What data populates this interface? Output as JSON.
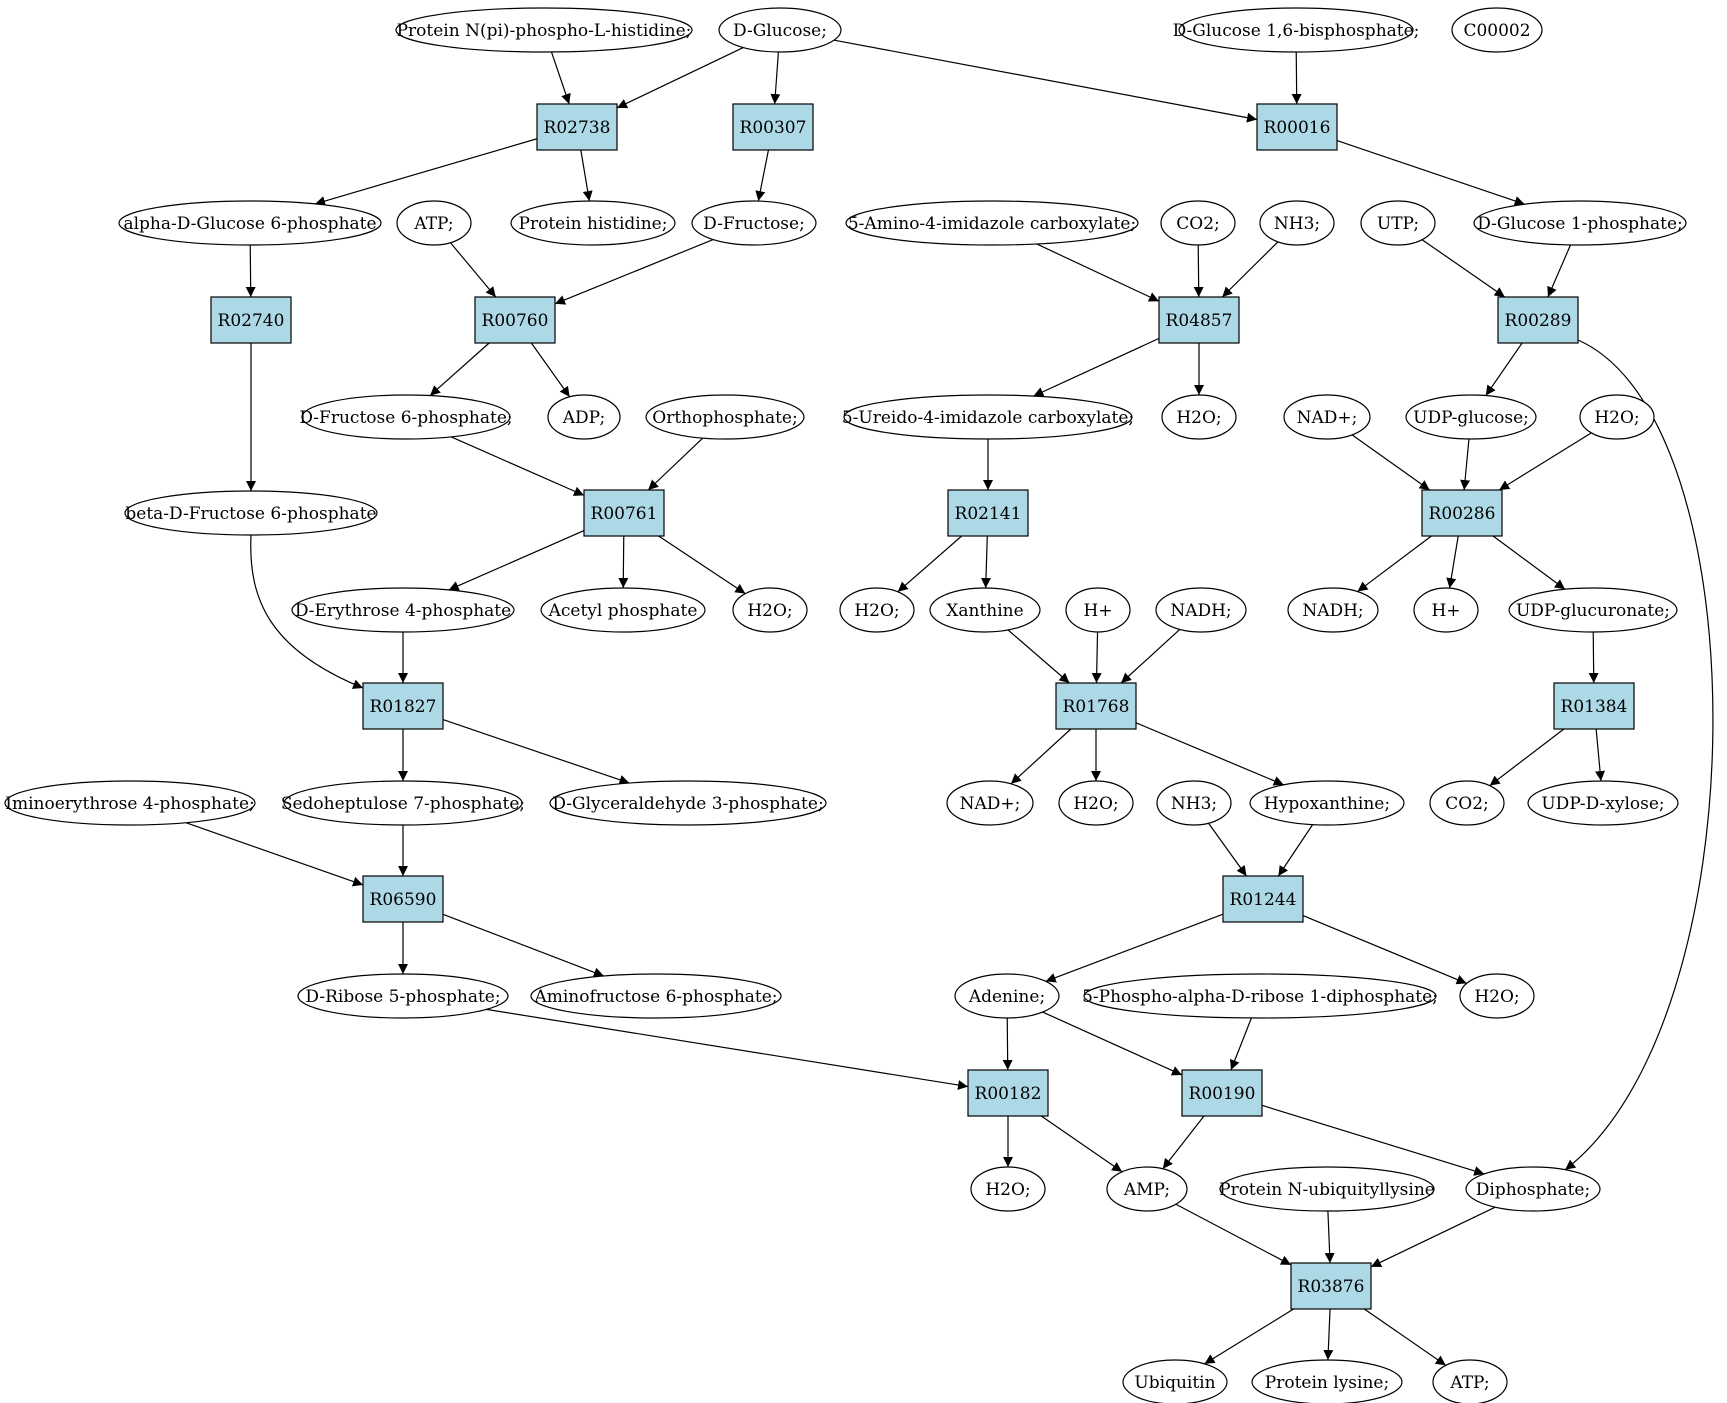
{
  "colors": {
    "reaction_fill": "#add8e6",
    "compound_fill": "#ffffff",
    "source_fill": "#00ee00",
    "target_fill": "#ffff00",
    "stroke": "#000000"
  },
  "nodes": [
    {
      "id": "protein_nphospho",
      "label": "Protein N(pi)-phospho-L-histidine;",
      "kind": "compound"
    },
    {
      "id": "d_glucose",
      "label": "D-Glucose;",
      "kind": "source"
    },
    {
      "id": "d_glucose_16bp",
      "label": "D-Glucose 1,6-bisphosphate;",
      "kind": "compound"
    },
    {
      "id": "c00002",
      "label": "C00002",
      "kind": "target"
    },
    {
      "id": "R02738",
      "label": "R02738",
      "kind": "reaction"
    },
    {
      "id": "R00307",
      "label": "R00307",
      "kind": "reaction"
    },
    {
      "id": "R00016",
      "label": "R00016",
      "kind": "reaction"
    },
    {
      "id": "alpha_g6p",
      "label": "alpha-D-Glucose 6-phosphate",
      "kind": "compound"
    },
    {
      "id": "protein_histidine",
      "label": "Protein histidine;",
      "kind": "compound"
    },
    {
      "id": "atp1",
      "label": "ATP;",
      "kind": "compound"
    },
    {
      "id": "d_fructose",
      "label": "D-Fructose;",
      "kind": "compound"
    },
    {
      "id": "aica",
      "label": "5-Amino-4-imidazole carboxylate;",
      "kind": "compound"
    },
    {
      "id": "co2a",
      "label": "CO2;",
      "kind": "compound"
    },
    {
      "id": "nh3a",
      "label": "NH3;",
      "kind": "compound"
    },
    {
      "id": "utp",
      "label": "UTP;",
      "kind": "compound"
    },
    {
      "id": "g1p",
      "label": "D-Glucose 1-phosphate;",
      "kind": "compound"
    },
    {
      "id": "R02740",
      "label": "R02740",
      "kind": "reaction"
    },
    {
      "id": "R00760",
      "label": "R00760",
      "kind": "reaction"
    },
    {
      "id": "R04857",
      "label": "R04857",
      "kind": "reaction"
    },
    {
      "id": "R00289",
      "label": "R00289",
      "kind": "reaction"
    },
    {
      "id": "f6p",
      "label": "D-Fructose 6-phosphate;",
      "kind": "compound"
    },
    {
      "id": "adp",
      "label": "ADP;",
      "kind": "compound"
    },
    {
      "id": "orthophosphate",
      "label": "Orthophosphate;",
      "kind": "compound"
    },
    {
      "id": "ureido",
      "label": "5-Ureido-4-imidazole carboxylate;",
      "kind": "compound"
    },
    {
      "id": "h2o_a",
      "label": "H2O;",
      "kind": "compound"
    },
    {
      "id": "nad_a",
      "label": "NAD+;",
      "kind": "compound"
    },
    {
      "id": "udp_glucose",
      "label": "UDP-glucose;",
      "kind": "compound"
    },
    {
      "id": "h2o_b",
      "label": "H2O;",
      "kind": "compound"
    },
    {
      "id": "beta_f6p",
      "label": "beta-D-Fructose 6-phosphate",
      "kind": "compound"
    },
    {
      "id": "R00761",
      "label": "R00761",
      "kind": "reaction"
    },
    {
      "id": "R02141",
      "label": "R02141",
      "kind": "reaction"
    },
    {
      "id": "R00286",
      "label": "R00286",
      "kind": "reaction"
    },
    {
      "id": "e4p",
      "label": "D-Erythrose 4-phosphate",
      "kind": "compound"
    },
    {
      "id": "acetyl_p",
      "label": "Acetyl phosphate",
      "kind": "compound"
    },
    {
      "id": "h2o_c",
      "label": "H2O;",
      "kind": "compound"
    },
    {
      "id": "h2o_d",
      "label": "H2O;",
      "kind": "compound"
    },
    {
      "id": "xanthine",
      "label": "Xanthine",
      "kind": "compound"
    },
    {
      "id": "hplus_a",
      "label": "H+",
      "kind": "compound"
    },
    {
      "id": "nadh_a",
      "label": "NADH;",
      "kind": "compound"
    },
    {
      "id": "nadh_b",
      "label": "NADH;",
      "kind": "compound"
    },
    {
      "id": "hplus_b",
      "label": "H+",
      "kind": "compound"
    },
    {
      "id": "udp_glucuronate",
      "label": "UDP-glucuronate;",
      "kind": "compound"
    },
    {
      "id": "R01827",
      "label": "R01827",
      "kind": "reaction"
    },
    {
      "id": "R01768",
      "label": "R01768",
      "kind": "reaction"
    },
    {
      "id": "R01384",
      "label": "R01384",
      "kind": "reaction"
    },
    {
      "id": "iminoerythrose",
      "label": "Iminoerythrose 4-phosphate;",
      "kind": "compound"
    },
    {
      "id": "sedoheptulose",
      "label": "Sedoheptulose 7-phosphate;",
      "kind": "compound"
    },
    {
      "id": "g3p",
      "label": "D-Glyceraldehyde 3-phosphate;",
      "kind": "compound"
    },
    {
      "id": "nad_b",
      "label": "NAD+;",
      "kind": "compound"
    },
    {
      "id": "h2o_e",
      "label": "H2O;",
      "kind": "compound"
    },
    {
      "id": "nh3b",
      "label": "NH3;",
      "kind": "compound"
    },
    {
      "id": "hypoxanthine",
      "label": "Hypoxanthine;",
      "kind": "compound"
    },
    {
      "id": "co2b",
      "label": "CO2;",
      "kind": "compound"
    },
    {
      "id": "udp_xylose",
      "label": "UDP-D-xylose;",
      "kind": "compound"
    },
    {
      "id": "R06590",
      "label": "R06590",
      "kind": "reaction"
    },
    {
      "id": "R01244",
      "label": "R01244",
      "kind": "reaction"
    },
    {
      "id": "r5p",
      "label": "D-Ribose 5-phosphate;",
      "kind": "compound"
    },
    {
      "id": "aminofructose",
      "label": "Aminofructose 6-phosphate;",
      "kind": "compound"
    },
    {
      "id": "adenine",
      "label": "Adenine;",
      "kind": "compound"
    },
    {
      "id": "prpp",
      "label": "5-Phospho-alpha-D-ribose 1-diphosphate;",
      "kind": "compound"
    },
    {
      "id": "h2o_f",
      "label": "H2O;",
      "kind": "compound"
    },
    {
      "id": "R00182",
      "label": "R00182",
      "kind": "reaction"
    },
    {
      "id": "R00190",
      "label": "R00190",
      "kind": "reaction"
    },
    {
      "id": "h2o_g",
      "label": "H2O;",
      "kind": "compound"
    },
    {
      "id": "amp",
      "label": "AMP;",
      "kind": "compound"
    },
    {
      "id": "ubiq_lys",
      "label": "Protein N-ubiquityllysine",
      "kind": "compound"
    },
    {
      "id": "diphosphate",
      "label": "Diphosphate;",
      "kind": "compound"
    },
    {
      "id": "R03876",
      "label": "R03876",
      "kind": "reaction"
    },
    {
      "id": "ubiquitin",
      "label": "Ubiquitin",
      "kind": "compound"
    },
    {
      "id": "protein_lysine",
      "label": "Protein lysine;",
      "kind": "compound"
    },
    {
      "id": "atp2",
      "label": "ATP;",
      "kind": "compound"
    }
  ],
  "edges": [
    [
      "protein_nphospho",
      "R02738"
    ],
    [
      "d_glucose",
      "R02738"
    ],
    [
      "d_glucose",
      "R00307"
    ],
    [
      "d_glucose",
      "R00016"
    ],
    [
      "d_glucose_16bp",
      "R00016"
    ],
    [
      "R02738",
      "alpha_g6p"
    ],
    [
      "R02738",
      "protein_histidine"
    ],
    [
      "R00307",
      "d_fructose"
    ],
    [
      "R00016",
      "g1p"
    ],
    [
      "alpha_g6p",
      "R02740"
    ],
    [
      "atp1",
      "R00760"
    ],
    [
      "d_fructose",
      "R00760"
    ],
    [
      "aica",
      "R04857"
    ],
    [
      "co2a",
      "R04857"
    ],
    [
      "nh3a",
      "R04857"
    ],
    [
      "utp",
      "R00289"
    ],
    [
      "g1p",
      "R00289"
    ],
    [
      "R02740",
      "beta_f6p"
    ],
    [
      "R00760",
      "f6p"
    ],
    [
      "R00760",
      "adp"
    ],
    [
      "R04857",
      "ureido"
    ],
    [
      "R04857",
      "h2o_a"
    ],
    [
      "R00289",
      "udp_glucose"
    ],
    [
      "R00289",
      "diphosphate"
    ],
    [
      "f6p",
      "R00761"
    ],
    [
      "orthophosphate",
      "R00761"
    ],
    [
      "ureido",
      "R02141"
    ],
    [
      "nad_a",
      "R00286"
    ],
    [
      "udp_glucose",
      "R00286"
    ],
    [
      "h2o_b",
      "R00286"
    ],
    [
      "R00761",
      "e4p"
    ],
    [
      "R00761",
      "acetyl_p"
    ],
    [
      "R00761",
      "h2o_c"
    ],
    [
      "R02141",
      "h2o_d"
    ],
    [
      "R02141",
      "xanthine"
    ],
    [
      "R00286",
      "nadh_b"
    ],
    [
      "R00286",
      "hplus_b"
    ],
    [
      "R00286",
      "udp_glucuronate"
    ],
    [
      "beta_f6p",
      "R01827"
    ],
    [
      "e4p",
      "R01827"
    ],
    [
      "xanthine",
      "R01768"
    ],
    [
      "hplus_a",
      "R01768"
    ],
    [
      "nadh_a",
      "R01768"
    ],
    [
      "udp_glucuronate",
      "R01384"
    ],
    [
      "R01827",
      "sedoheptulose"
    ],
    [
      "R01827",
      "g3p"
    ],
    [
      "R01768",
      "nad_b"
    ],
    [
      "R01768",
      "h2o_e"
    ],
    [
      "R01768",
      "hypoxanthine"
    ],
    [
      "R01384",
      "co2b"
    ],
    [
      "R01384",
      "udp_xylose"
    ],
    [
      "iminoerythrose",
      "R06590"
    ],
    [
      "sedoheptulose",
      "R06590"
    ],
    [
      "nh3b",
      "R01244"
    ],
    [
      "hypoxanthine",
      "R01244"
    ],
    [
      "R06590",
      "r5p"
    ],
    [
      "R06590",
      "aminofructose"
    ],
    [
      "R01244",
      "adenine"
    ],
    [
      "R01244",
      "h2o_f"
    ],
    [
      "r5p",
      "R00182"
    ],
    [
      "adenine",
      "R00182"
    ],
    [
      "adenine",
      "R00190"
    ],
    [
      "prpp",
      "R00190"
    ],
    [
      "R00182",
      "h2o_g"
    ],
    [
      "R00182",
      "amp"
    ],
    [
      "R00190",
      "amp"
    ],
    [
      "R00190",
      "diphosphate"
    ],
    [
      "amp",
      "R03876"
    ],
    [
      "ubiq_lys",
      "R03876"
    ],
    [
      "diphosphate",
      "R03876"
    ],
    [
      "R03876",
      "ubiquitin"
    ],
    [
      "R03876",
      "protein_lysine"
    ],
    [
      "R03876",
      "atp2"
    ]
  ]
}
